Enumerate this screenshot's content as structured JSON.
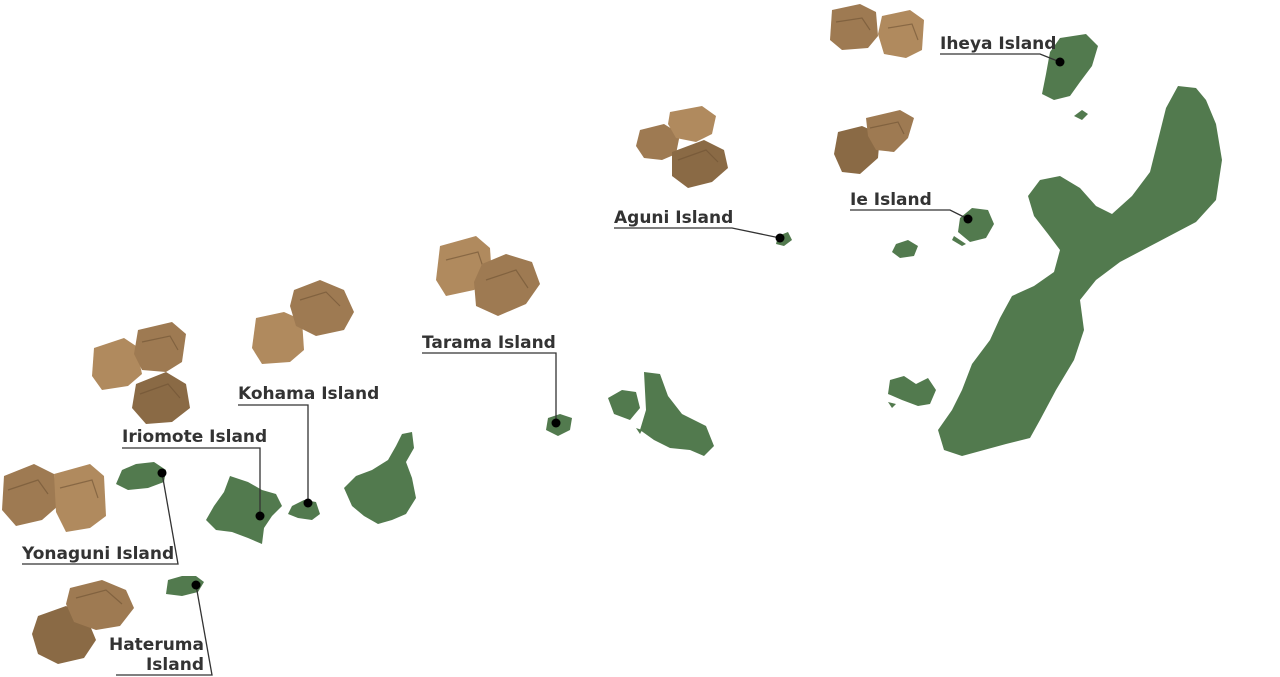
{
  "map": {
    "colors": {
      "land": "#527a4e",
      "sugar_light": "#b08a5e",
      "sugar_mid": "#9e7a52",
      "sugar_dark": "#8a6a45",
      "label_text": "#333333",
      "marker": "#000000"
    },
    "labels": {
      "iheya": "Iheya Island",
      "ie": "Ie Island",
      "aguni": "Aguni Island",
      "tarama": "Tarama Island",
      "kohama": "Kohama Island",
      "iriomote": "Iriomote Island",
      "yonaguni": "Yonaguni Island",
      "hateruma_line1": "Hateruma",
      "hateruma_line2": "Island"
    }
  }
}
